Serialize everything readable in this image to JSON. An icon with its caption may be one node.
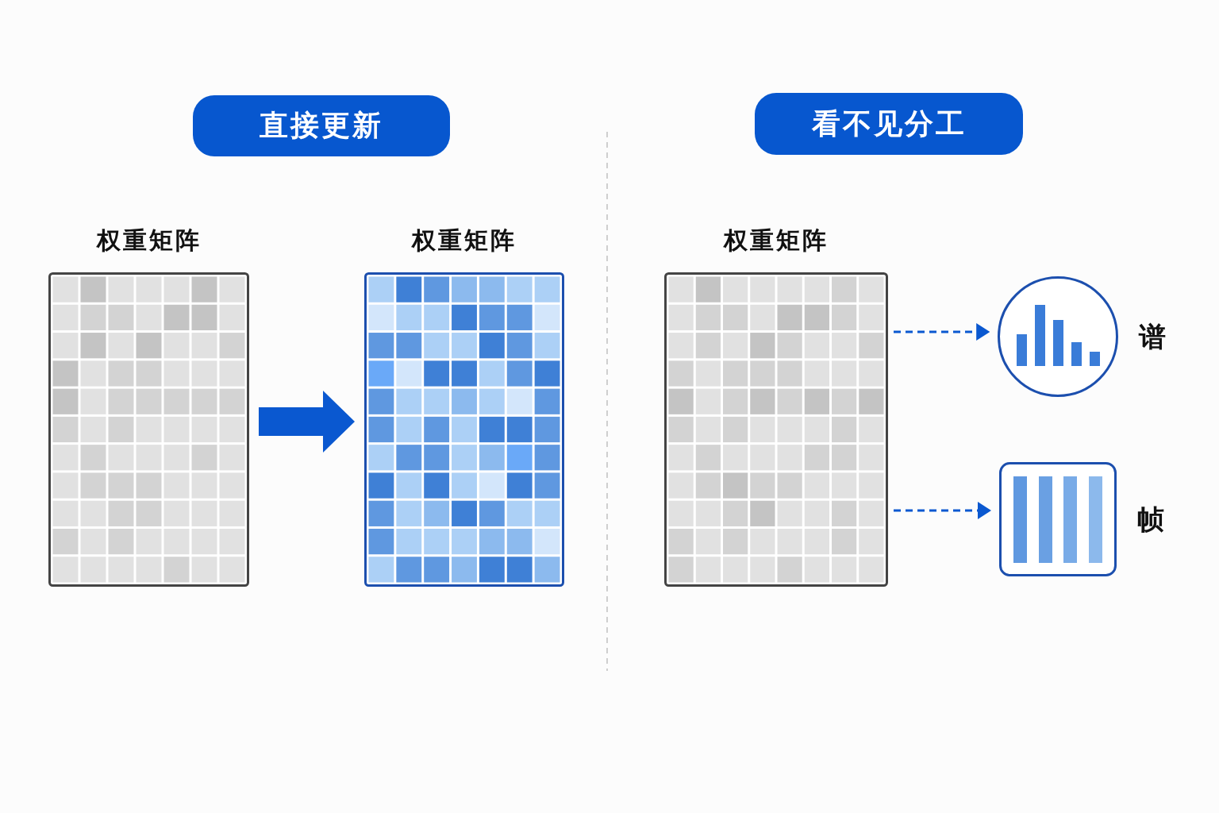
{
  "diagram": {
    "nodes": [
      {
        "text": [
          "直接更新"
        ]
      },
      {
        "text": [
          "看不见分工"
        ]
      },
      {
        "text": [
          "权重矩阵"
        ]
      },
      {
        "text": [
          "权重矩阵"
        ]
      },
      {
        "text": [
          "权重矩阵"
        ]
      },
      {
        "text": [],
        "shape": "circle",
        "beside": [
          "谱"
        ]
      },
      {
        "text": [],
        "shape": "box",
        "beside": [
          "帧"
        ]
      }
    ],
    "edges": [
      {
        "from": 2,
        "to": 3,
        "arrow": "to",
        "style": "thick"
      },
      {
        "from": 4,
        "to": 5,
        "arrow": "to",
        "style": "dashed"
      },
      {
        "from": 4,
        "to": 6,
        "arrow": "to",
        "style": "dashed"
      }
    ]
  }
}
